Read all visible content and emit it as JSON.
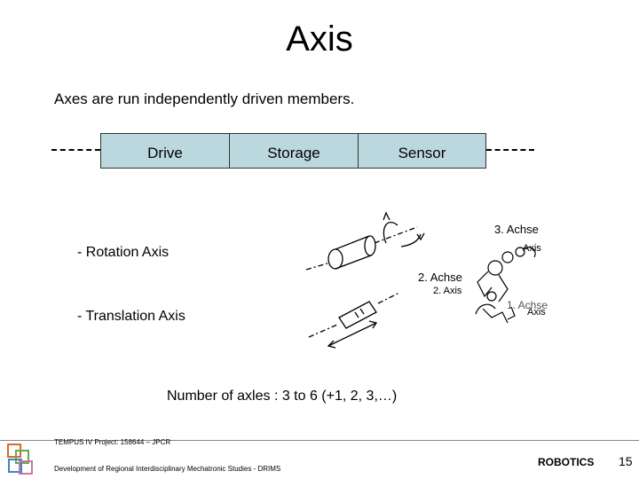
{
  "title": "Axis",
  "intro": "Axes are run independently driven members.",
  "chain": {
    "drive": "Drive",
    "storage": "Storage",
    "sensor": "Sensor"
  },
  "axes": {
    "rotation": "- Rotation Axis",
    "translation": "- Translation Axis"
  },
  "figure": {
    "achse3": "3. Achse",
    "axis3": "Axis",
    "achse2": "2. Achse",
    "axis2": "2. Axis",
    "achse1": "1. Achse",
    "axis1": "Axis"
  },
  "count_note": "Number of axles : 3 to 6 (+1, 2, 3,…)",
  "footer": {
    "project": "TEMPUS IV Project: 158644 – JPCR",
    "program": "Development of Regional Interdisciplinary Mechatronic Studies - DRIMS",
    "brand": "ROBOTICS",
    "page": "15"
  }
}
